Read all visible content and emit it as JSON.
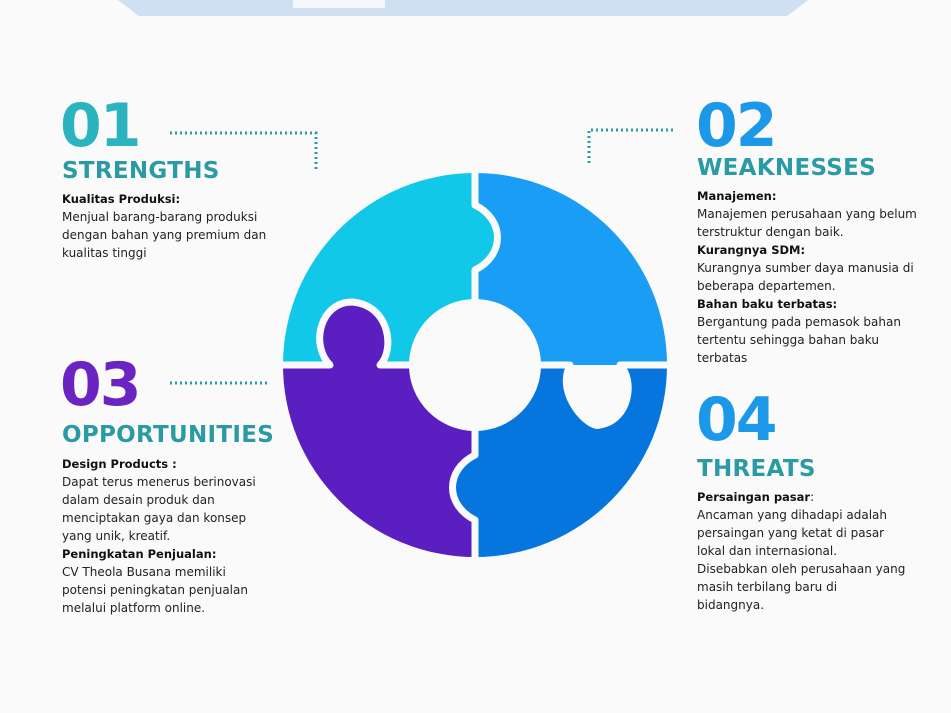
{
  "colors": {
    "strengths": "#12c8e8",
    "weaknesses": "#1a9df5",
    "opportunities": "#5b1ec0",
    "threats": "#0676de",
    "heading_teal": "#2a9aa5",
    "dots": "#2a9aa5"
  },
  "quadrants": [
    {
      "number": "01",
      "heading": "STRENGTHS",
      "items": [
        {
          "label": "Kualitas Produksi:",
          "text": "Menjual  barang-barang produksi dengan bahan yang premium dan kualitas tinggi"
        }
      ]
    },
    {
      "number": "02",
      "heading": "WEAKNESSES",
      "items": [
        {
          "label": "Manajemen:",
          "text": "Manajemen perusahaan yang belum terstruktur dengan baik."
        },
        {
          "label": "Kurangnya SDM:",
          "text": "Kurangnya sumber daya manusia di beberapa departemen."
        },
        {
          "label": "Bahan baku terbatas:",
          "text": "Bergantung pada pemasok bahan tertentu sehingga bahan baku terbatas"
        }
      ]
    },
    {
      "number": "03",
      "heading": "OPPORTUNITIES",
      "items": [
        {
          "label": "Design Products :",
          "text": "Dapat terus menerus berinovasi dalam desain produk dan menciptakan gaya dan konsep yang unik, kreatif."
        },
        {
          "label": "Peningkatan Penjualan:",
          "text": "CV Theola Busana memiliki potensi peningkatan penjualan melalui platform online."
        }
      ]
    },
    {
      "number": "04",
      "heading": "THREATS",
      "items": [
        {
          "label": "Persaingan pasar",
          "suffix": ":",
          "text": "Ancaman yang dihadapi adalah persaingan yang ketat di pasar lokal dan internasional. Disebabkan oleh perusahaan yang masih terbilang baru di bidangnya."
        }
      ]
    }
  ]
}
